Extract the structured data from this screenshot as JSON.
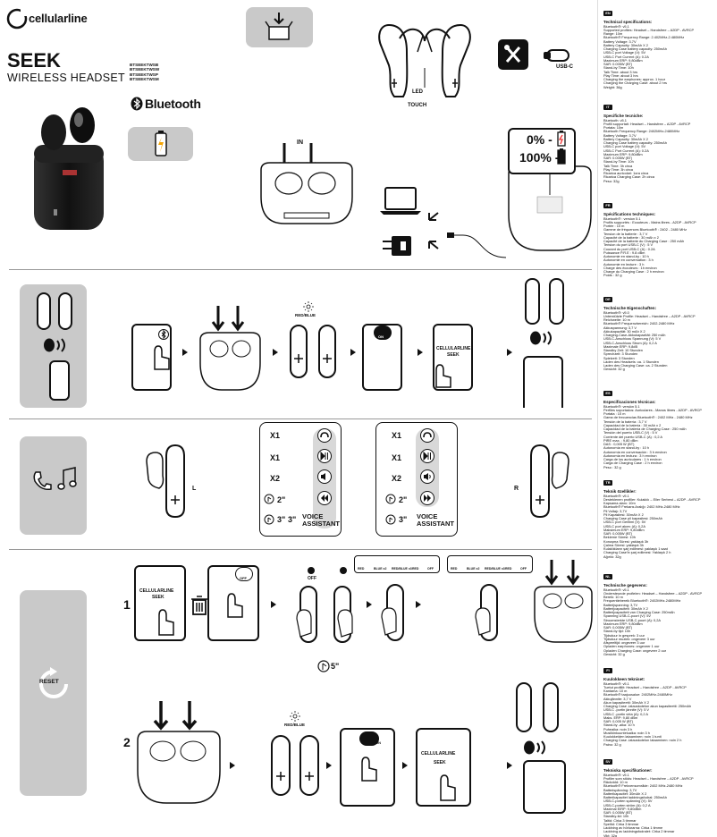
{
  "header": {
    "brand": "cellularline",
    "title": "SEEK",
    "subtitle": "WIRELESS HEADSET",
    "codes": [
      "BTSEEKTWSB",
      "BTSEEKTWSW",
      "BTSEEKTWSP",
      "BTSEEKTWSM"
    ],
    "bluetooth_label": "Bluetooth"
  },
  "diagram": {
    "touch_label": "TOUCH",
    "led_label": "LED",
    "usbc_label": "USB-C",
    "in_label": "IN",
    "pct_low": "0% -",
    "pct_full": "100% -",
    "red_blue": "RED/BLUE",
    "on": "ON",
    "off": "OFF",
    "brand_name": "CELLULARLINE",
    "seek_name": "SEEK",
    "left": "L",
    "right": "R",
    "x1": "X1",
    "x2": "X2",
    "hold2": "2\"",
    "hold3": "3\"",
    "voice": "VOICE",
    "assistant": "ASSISTANT",
    "step1": "1",
    "step2": "2",
    "off_state": "OFF",
    "hold5": "5\"",
    "reset": "RESET",
    "led_states": [
      "RED",
      "BLUE x2",
      "RED/BLUE x3",
      "RED",
      "OFF"
    ]
  },
  "specs": [
    {
      "flag": "EN",
      "title": "Technical specifications:",
      "lines": [
        "Bluetooth®: v5.1",
        "Supported profiles: Headset – Handsfree – A2DP - AVRCP",
        "Range: 10m",
        "Bluetooth® Frequency Range: 2.402MHz-2.480MHz",
        "Battery Voltage: 3.7V",
        "Battery Capacity: 30mAh X 2",
        "Charging Case battery capacity: 250mAh",
        "USB-C port Voltage (V): 5V",
        "USB-C Port Current (A): 0.2A",
        "Maximum ERP: 9.80dBm",
        "SAR: 0.005W (BT)",
        "Stand-by Time: 10h",
        "Talk Time: about 3 hrs",
        "Play Time: about 3 hrs",
        "Charging the earphones: approx. 1 hour",
        "Charging the Charging Case: about 2 hrs",
        "Weight: 36g"
      ]
    },
    {
      "flag": "IT",
      "title": "Specifiche tecniche:",
      "lines": [
        "Bluetooth: v5.1",
        "Profili supportati: Headset – Handsfree – A2DP - AVRCP",
        "Portata: 10m",
        "Bluetooth Frequency Range: 2402MHz-2480MHz",
        "Battery Voltage: 3.7V",
        "Battery Capacity: 30mAh X 2",
        "Charging Case battery capacity: 250mAh",
        "USB-C port Voltage (V): 5V",
        "USB-C Port Current (A): 0.2A",
        "Maximum ERP: 9.80dBm",
        "SAR: 0.005W (BT)",
        "Stand-by Time: 10h",
        "Talk Time: 3h circa",
        "Play Time: 3h circa",
        "Ricarica auricolari: 1ora circa",
        "Ricarica Charging Case: 2h circa",
        "Peso: 32g"
      ]
    },
    {
      "flag": "FR",
      "title": "Spécifications techniques:",
      "lines": [
        "Bluetooth® : version 5.1",
        "Profils supportés : Ecouteurs - Mains libres - A2DP - AVRCP",
        "Portée : 10 m",
        "Gamme de fréquences Bluetooth® : 2402 - 2480 MHz",
        "Tension de la batterie : 3,7 V",
        "Capacité de la batterie : 30 mAh x 2",
        "Capacité de la batterie du Charging Case : 250 mAh",
        "Tension du port USB-C (V) : 5 V",
        "Courant du port USB-C (A) : 0.2A",
        "Puissance P.R.E : 9.8 dBm",
        "Autonomie en stand-by : 10 h",
        "Autonomie en conversation : 3 h",
        "Autonomie en lecture : 3 h",
        "Charge des écouteurs : 1h environ",
        "Charge du Charging Case : 2 h environ",
        "Poids : 32 g"
      ]
    },
    {
      "flag": "DE",
      "title": "Technische Eigenschaften:",
      "lines": [
        "Bluetooth®: v5.0",
        "Unterstützte Profile: Headset – Handsfree – A2DP - AVRCP",
        "Reichweite: 10 m",
        "Bluetooth® Frequenzbereich: 2402-2480 MHz",
        "Akkuspannung: 3,7 V",
        "Akkukapazität: 30 mAh X 2",
        "Charging-Case-Akkukapazität: 250 mAh",
        "USB-C-Anschluss Spannung (V): 5 V",
        "USB-C-Anschluss Strom (A): 0,2 A",
        "Maximale ERP: 9.8dB",
        "Standby Zeit: 10 Stunden",
        "Sprechzeit: 3 Stunden",
        "Spielzeit: 3 Stunden",
        "Laden des Headsets: ca. 1 Stunden",
        "Laden des Charging Case: ca. 2 Stunden",
        "Gewicht: 32 g"
      ]
    },
    {
      "flag": "ES",
      "title": "Especificaciones técnicas:",
      "lines": [
        "Bluetooth®: versión 5.1",
        "Perfiles soportados: Auriculares - Manos libres - A2DP - AVRCP",
        "Portata : 10 m",
        "Gama de frecuencias Bluetooth® : 2402 MHz - 2480 MHz",
        "Tensión de la batería : 3,7 V",
        "Capacidad de la batería : 30 mAh x 2",
        "Capacidad de la batería de Charging Case : 250 mAh",
        "Tensión del puerto USB-C (V) : 5 V",
        "Corriente del puerto USB-C (A) : 0,2 A",
        "PIRE max. : 9,80 dBm",
        "DAS : 0,005 W (BT)",
        "Autonomía en stand-by : 10 h",
        "Autonomía en conversación : 3 h environ",
        "Autonomía en lectura : 3 h environ",
        "Carga de los auriculares : 1 h environ",
        "Carga de Charging Case : 2 h environ",
        "Peso : 32 g"
      ]
    },
    {
      "flag": "TR",
      "title": "Teknik özellikler:",
      "lines": [
        "Bluetooth®: v5.1",
        "Desteklenen profiller: Kulaklık – Eller Serbest – A2DP - AVRCP",
        "Kapsama alanı: 10m",
        "Bluetooth® Frekans Aralığı: 2402 MHz-2480 MHz",
        "Pil Voltajı: 3,7V",
        "Pil Kapasitesi: 30mAh X 2",
        "Charging Case pil kapasitesi: 250mAh",
        "USB-C port Gerilimi (V): 5V",
        "USB-C port akımı (A): 0,2A",
        "Maksimum ERP: 9,80dBm",
        "SAR: 0,005W (BT)",
        "Bekleme Süresi: 10h",
        "Konuşma Süresi: yaklaşık 3h",
        "Çalma Süresi: yaklaşık 3h",
        "Kulaklıkların şarj edilmesi: yaklaşık 1 saat",
        "Charging Case'in şarj edilmesi: Yaklaşık 2 h",
        "Ağırlık: 32g"
      ]
    },
    {
      "flag": "NL",
      "title": "Technische gegevens:",
      "lines": [
        "Bluetooth®: v5.1",
        "Ondersteunde profielen: Headset – Handsfree – A2DP - AVRCP",
        "Bereik: 10 m",
        "Frequentiebereik Bluetooth®: 2402MHz-2480MHz",
        "Batterijspanning: 3,7V",
        "Batterijcapaciteit: 30mAh X 2",
        "Batterijcapaciteit van Charging Case: 250mAh",
        "Spanning USB-C-poort (V): 5V",
        "Stroomsterkte USB-C-poort (A): 0,2A",
        "Maximum ERP: 9,80dBm",
        "SAR: 0,005W (BT)",
        "Stand-by tijd: 10h",
        "Tijdsduur in gesprek: 3 uur",
        "Tijdsduur muziek: ongeveer 3 uur",
        "Afspeeltijd: ongeveer 3 uur",
        "Opladen earphones: ongeveer 1 uur",
        "Opladen Charging Case: ongeveer 2 uur",
        "Gewicht: 32 g"
      ]
    },
    {
      "flag": "FI",
      "title": "Kuulokkeen tekniset:",
      "lines": [
        "Bluetooth®: v5.1",
        "Tuetut profiilit: Headset – Handsfree – A2DP - AVRCP",
        "Kantama: 10 m",
        "Bluetooth® taajuusalue: 2402MHz-2480MHz",
        "Akkujännite: 3,7 V",
        "Akun kapasiteetti: 30mAh X 2",
        "Charging Case -latauskotelon akun kapasiteetti: 250mAh",
        "USB-C -portin jännite (V): 5 V",
        "USB-C -portin virta (A): 0,2 A",
        "Maks. ERP: 9,80 dBm",
        "SAR: 0,005 W (BT)",
        "Stand-by -aika: 10 h",
        "Puheaika: noin 3 h",
        "Musiikinkuunteluaika: noin 3 h",
        "Kuulokkeiden lataaminen: noin 1 tunti",
        "Charging Case -latauskotelon lataaminen: noin 2 h",
        "Paino: 32 g"
      ]
    },
    {
      "flag": "SV",
      "title": "Tekniska specifikationer:",
      "lines": [
        "Bluetooth®: v5.1",
        "Profiler som stöds: Headset – Handsfree – A2DP - AVRCP",
        "Räckvidd: 10 m",
        "Bluetooth® Frekvensområde: 2402 MHz-2480 MHz",
        "Batterispänning: 3,7V",
        "Batterikapacitet: 30mAh X 2",
        "Batterikapacitet laddningsfodral: 250mAh",
        "USB-C-porten spänning (V): 5V",
        "USB-C-porten ström (A): 0,2 A",
        "Maximal EIRP: 9,80dBm",
        "SAR: 0,005W (BT)",
        "Standby-tid: 10h",
        "Taltid: Cirka 3 timmar",
        "Speltid: Cirka 3 timmar",
        "Laddning av hörlurarna: Cirka 1 timme",
        "Laddning av laddningsfodralet: Cirka 2 timmar",
        "Vikt: 32g"
      ]
    }
  ]
}
